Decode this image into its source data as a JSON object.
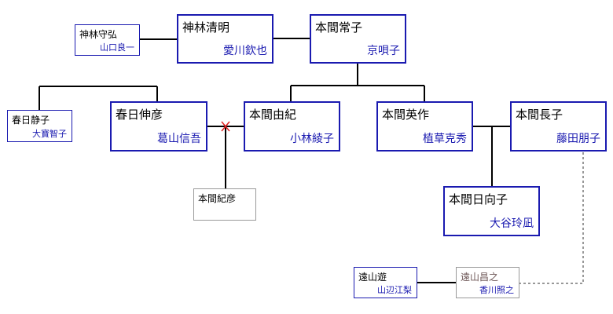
{
  "colors": {
    "border_blue": "#1a1ab0",
    "actor_text": "#1a1ab0",
    "name_text": "#000000",
    "line": "#000000",
    "dashed_line": "#777777",
    "cross_mark": "#e02020"
  },
  "people": {
    "kanbayashi_moriharu": {
      "name": "神林守弘",
      "actor": "山口良一"
    },
    "kanbayashi_seimei": {
      "name": "神林清明",
      "actor": "愛川欽也"
    },
    "honma_tsuneko": {
      "name": "本間常子",
      "actor": "京唄子"
    },
    "kasuga_shizuko": {
      "name": "春日静子",
      "actor": "大寶智子"
    },
    "kasuga_nobuhiko": {
      "name": "春日伸彦",
      "actor": "葛山信吾"
    },
    "honma_yuki": {
      "name": "本間由紀",
      "actor": "小林綾子"
    },
    "honma_eisaku": {
      "name": "本間英作",
      "actor": "植草克秀"
    },
    "honma_nagako": {
      "name": "本間長子",
      "actor": "藤田朋子"
    },
    "honma_norihiko": {
      "name": "本間紀彦",
      "actor": ""
    },
    "honma_hinako": {
      "name": "本間日向子",
      "actor": "大谷玲凪"
    },
    "toyama_masaru": {
      "name": "遠山遊",
      "actor": "山辺江梨"
    },
    "toyama_masayuki": {
      "name": "遠山昌之",
      "actor": "香川照之"
    }
  }
}
